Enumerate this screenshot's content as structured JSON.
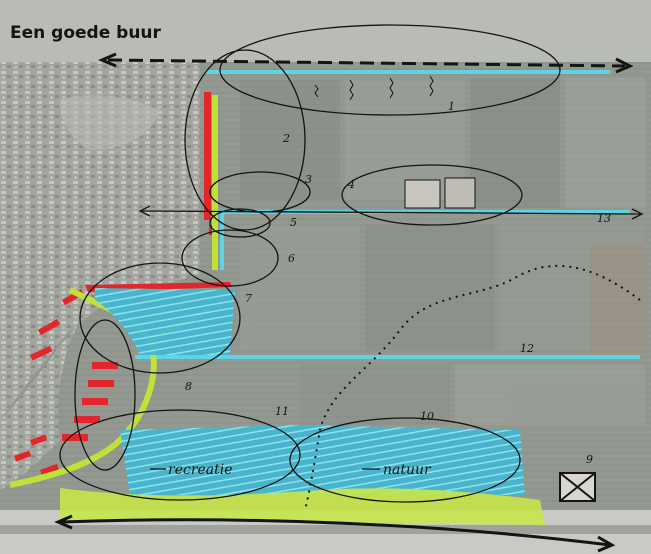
{
  "title": "Een goede buur",
  "annotations": {
    "zone_1": "1",
    "zone_2": "2",
    "zone_3": "3",
    "zone_4": "4",
    "zone_5": "5",
    "zone_6": "6",
    "zone_7": "7",
    "zone_8": "8",
    "zone_9": "9",
    "zone_10": "10",
    "zone_11": "11",
    "zone_12": "12",
    "zone_13": "13"
  },
  "area_labels": {
    "recreatie": "recreatie",
    "natuur": "natuur"
  },
  "colors": {
    "field": "#8f948c",
    "field_dark": "#7b7f78",
    "urban": "#aeb0aa",
    "water_blue": "#5fd3e6",
    "marker_red": "#e2262b",
    "marker_green": "#bfe23a",
    "ink": "#141414"
  }
}
